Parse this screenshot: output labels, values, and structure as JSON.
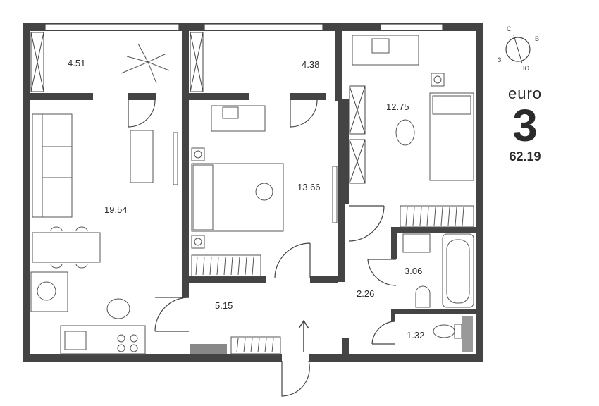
{
  "apartment": {
    "layout_tag": "euro",
    "room_count": "3",
    "total_area": "62.19"
  },
  "compass": {
    "north": "С",
    "east": "В",
    "west": "З",
    "south": "Ю"
  },
  "rooms": [
    {
      "id": "balcony-left",
      "area": "4.51"
    },
    {
      "id": "balcony-middle",
      "area": "4.38"
    },
    {
      "id": "living-kitchen",
      "area": "19.54"
    },
    {
      "id": "bedroom-middle",
      "area": "13.66"
    },
    {
      "id": "bedroom-right",
      "area": "12.75"
    },
    {
      "id": "hallway",
      "area": "5.15"
    },
    {
      "id": "corridor",
      "area": "2.26"
    },
    {
      "id": "bathroom",
      "area": "3.06"
    },
    {
      "id": "toilet",
      "area": "1.32"
    }
  ]
}
